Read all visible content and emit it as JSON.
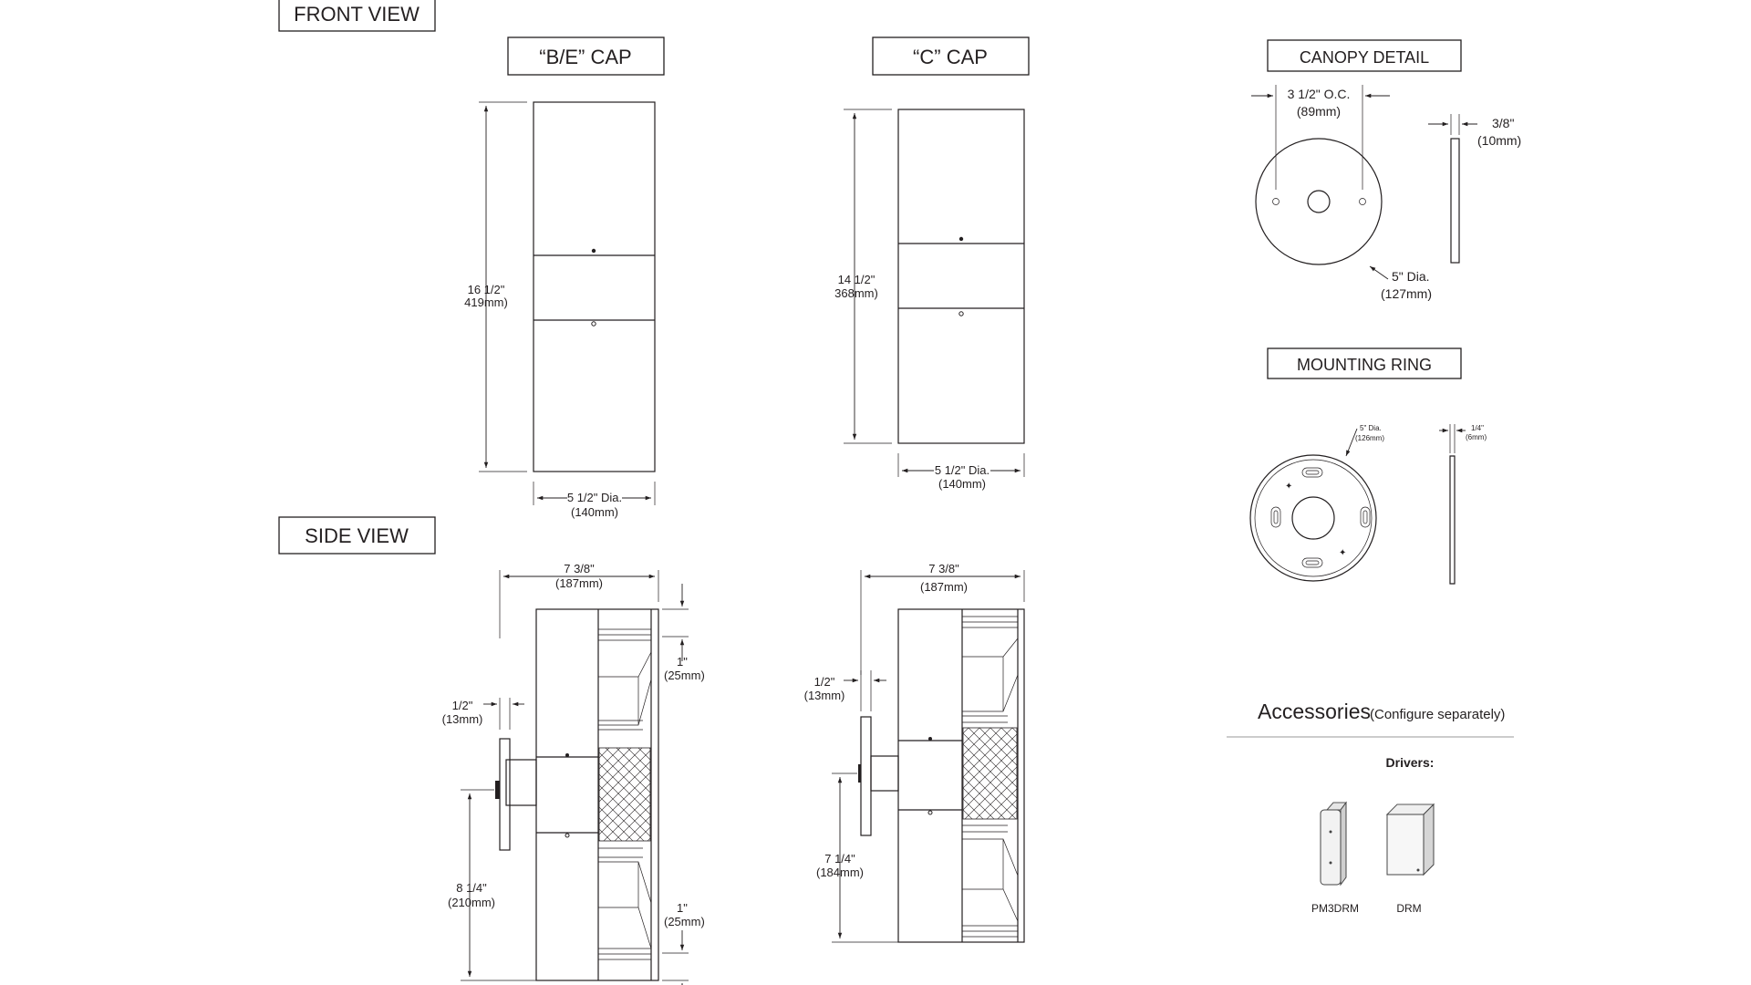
{
  "sections": {
    "front_view": "FRONT  VIEW",
    "side_view": "SIDE  VIEW",
    "be_cap": "“B/E” CAP",
    "c_cap": "“C” CAP",
    "canopy_detail": "CANOPY DETAIL",
    "mounting_ring": "MOUNTING RING"
  },
  "front_be": {
    "height": "16 1/2\"",
    "height_mm": "419mm)",
    "dia": "5 1/2\" Dia.",
    "dia_mm": "(140mm)"
  },
  "front_c": {
    "height": "14 1/2\"",
    "height_mm": "368mm)",
    "dia": "5 1/2\" Dia.",
    "dia_mm": "(140mm)"
  },
  "canopy": {
    "oc": "3 1/2\" O.C.",
    "oc_mm": "(89mm)",
    "thickness": "3/8\"",
    "thickness_mm": "(10mm)",
    "dia": "5\" Dia.",
    "dia_mm": "(127mm)"
  },
  "ring": {
    "dia": "5\" Dia.",
    "dia_mm": "(126mm)",
    "thickness": "1/4\"",
    "thickness_mm": "(6mm)"
  },
  "side_be": {
    "depth": "7 3/8\"",
    "depth_mm": "(187mm)",
    "offset": "1/2\"",
    "offset_mm": "(13mm)",
    "top": "1\"",
    "top_mm": "(25mm)",
    "bottom": "1\"",
    "bottom_mm": "(25mm)",
    "lower": "8 1/4\"",
    "lower_mm": "(210mm)"
  },
  "side_c": {
    "depth": "7 3/8\"",
    "depth_mm": "(187mm)",
    "offset": "1/2\"",
    "offset_mm": "(13mm)",
    "lower": "7 1/4\"",
    "lower_mm": "(184mm)"
  },
  "accessories": {
    "title": "Accessories",
    "note": "(Configure separately)",
    "drivers_label": "Drivers:",
    "items": [
      {
        "name": "PM3DRM",
        "icon": "pm3drm-driver-icon"
      },
      {
        "name": "DRM",
        "icon": "drm-driver-icon"
      }
    ]
  }
}
